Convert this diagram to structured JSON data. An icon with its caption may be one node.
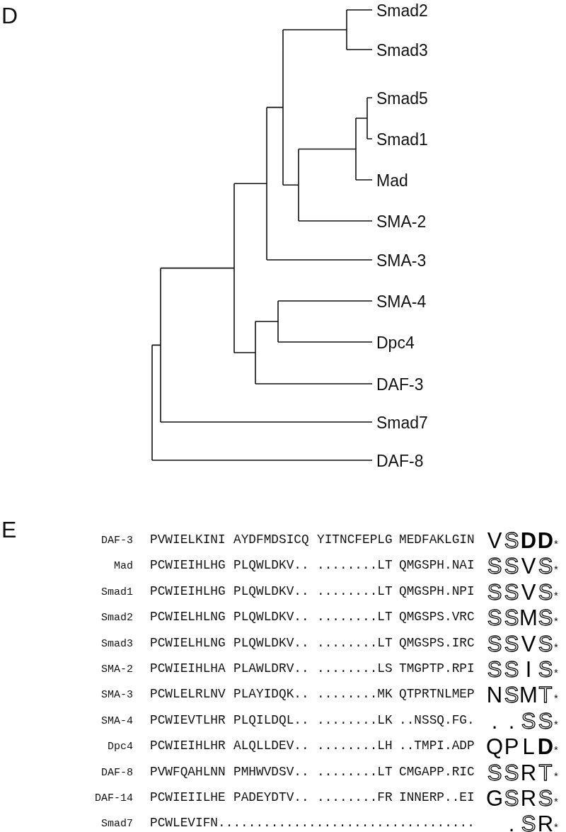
{
  "diagram": {
    "labels": [
      "D",
      "Smad2",
      "Smad3",
      "Smad5",
      "Smad1",
      "Mad",
      "SMA-2",
      "SMA-3",
      "SMA-4",
      "Dpc4",
      "DAF-3",
      "Smad7",
      "DAF-8",
      "E",
      "DAF-3",
      "PVWIELKINI",
      "AYDFMDSICQ",
      "YITNCFEPLG",
      "MEDFAKLGIN",
      "V",
      "*S*",
      "**D**",
      "**D**",
      "*",
      "Mad",
      "PCWIEIHLHG",
      "PLQWLDKV..",
      "........LT",
      "QMGSPH.NAI",
      "*S*",
      "*S*",
      "V",
      "*S*",
      "*",
      "Smad1",
      "PCWIEIHLHG",
      "PLQWLDKV..",
      "........LT",
      "QMGSPH.NPI",
      "*S*",
      "*S*",
      "V",
      "*S*",
      "*",
      "Smad2",
      "PCWIELHLNG",
      "PLQWLDKV..",
      "........LT",
      "QMGSPS.VRC",
      "*S*",
      "*S*",
      "M",
      "*S*",
      "*",
      "Smad3",
      "PCWIELHLNG",
      "PLQWLDKV..",
      "........LT",
      "QMGSPS.IRC",
      "*S*",
      "*S*",
      "V",
      "*S*",
      "*",
      "SMA-2",
      "PCWIEIHLHA",
      "PLAWLDRV..",
      "........LS",
      "TMGPTP.RPI",
      "*S*",
      "*S*",
      "I",
      "*S*",
      "*",
      "SMA-3",
      "PCWLELRLNV",
      "PLAYIDQK..",
      "........MK",
      "QTPRTNLMEP",
      "N",
      "*S*",
      "M",
      "*T*",
      "*",
      "SMA-4",
      "PCWIEVTLHR",
      "PLQILDQL..",
      "........LK",
      "..NSSQ.FG.",
      ".",
      ".",
      "*S*",
      "*S*",
      "*",
      "Dpc4",
      "PCWIEIHLHR",
      "ALQLLDEV..",
      "........LH",
      "..TMPI.ADP",
      "Q",
      "P",
      "L",
      "**D**",
      "*",
      "DAF-8",
      "PVWFQAHLNN",
      "PMHWVDSV..",
      "........LT",
      "CMGAPP.RIC",
      "*S*",
      "*S*",
      "R",
      "*T*",
      "*",
      "DAF-14",
      "PCWIEIILHE",
      "PADEYDTV..",
      "........FR",
      "INNERP..EI",
      "G",
      "*S*",
      "R",
      "*S*",
      "*",
      "Smad7",
      "PCWLEVIFN..................................",
      ".",
      "*S*",
      "R",
      "*"
    ]
  }
}
